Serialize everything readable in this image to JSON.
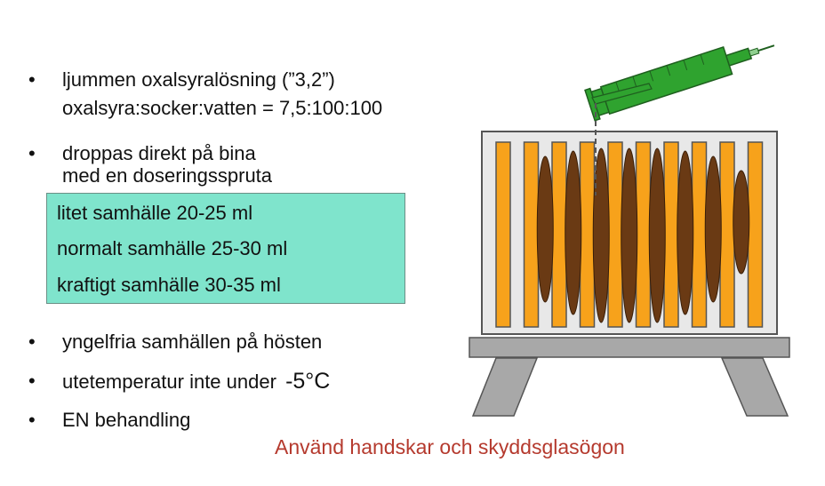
{
  "bullets": [
    {
      "lines": [
        "ljummen oxalsyralösning (”3,2”)",
        "oxalsyra:socker:vatten = 7,5:100:100"
      ]
    },
    {
      "lines": [
        "droppas direkt på bina",
        "med en doseringsspruta"
      ]
    },
    {
      "lines": [
        "yngelfria samhällen på hösten"
      ]
    },
    {
      "lines": [
        "utetemperatur inte under"
      ],
      "value": "-5°C"
    },
    {
      "lines": [
        "EN behandling"
      ]
    }
  ],
  "bullet_symbol": "•",
  "dosage": [
    "litet samhälle 20-25 ml",
    "normalt samhälle 25-30 ml",
    "kraftigt samhälle 30-35 ml"
  ],
  "warning": "Använd handskar och skyddsglasögon",
  "colors": {
    "dose_box": "#7fe4cc",
    "frame_fill": "#f7a21b",
    "bee_cluster": "#6a3a14",
    "syringe": "#2fa32f",
    "warning_text": "#b53a2e",
    "hive_stand": "#a8a8a8"
  },
  "icons": [
    "syringe-icon",
    "beehive-icon"
  ]
}
